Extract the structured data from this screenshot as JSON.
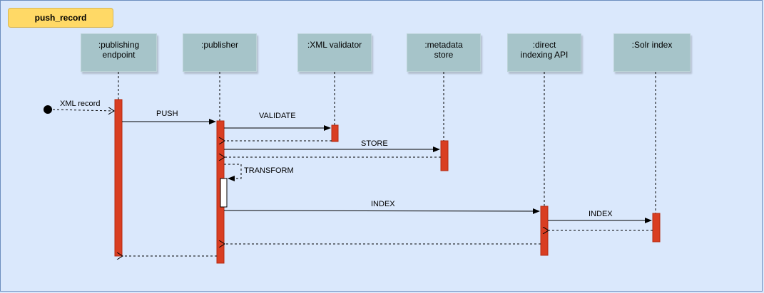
{
  "title": "push_record",
  "participants": [
    {
      "id": "endpoint",
      "label": ":publishing\nendpoint"
    },
    {
      "id": "publisher",
      "label": ":publisher"
    },
    {
      "id": "validator",
      "label": ":XML validator"
    },
    {
      "id": "store",
      "label": ":metadata\nstore"
    },
    {
      "id": "api",
      "label": ":direct\nindexing API"
    },
    {
      "id": "solr",
      "label": ":Solr index"
    }
  ],
  "messages": {
    "xml_record": "XML record",
    "push": "PUSH",
    "validate": "VALIDATE",
    "store": "STORE",
    "transform": "TRANSFORM",
    "index_api": "INDEX",
    "index_solr": "INDEX"
  },
  "colors": {
    "background": "#dae8fc",
    "title_fill": "#ffd966",
    "participant_fill": "#a6c4c9",
    "activation_fill": "#d93e22",
    "activation_stroke": "#b52a10"
  }
}
